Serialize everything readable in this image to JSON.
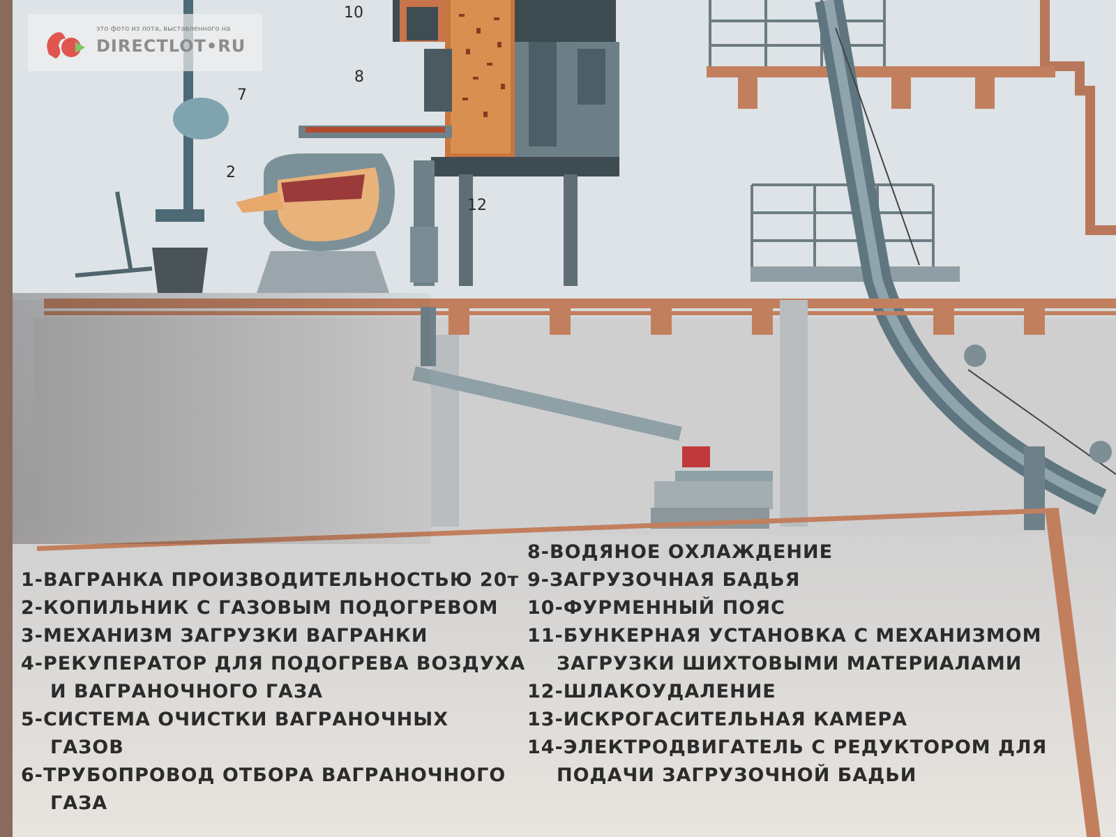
{
  "watermark": {
    "caption": "это фото из лота, выставленного на",
    "site": "DIRECTLOT•RU"
  },
  "callouts": {
    "c10": "10",
    "c8": "8",
    "c7": "7",
    "c2": "2",
    "c12": "12"
  },
  "legend": {
    "left": [
      {
        "text": "1-ВАГРАНКА ПРОИЗВОДИТЕЛЬНОСТЬЮ 20т",
        "cont": false
      },
      {
        "text": "2-КОПИЛЬНИК С ГАЗОВЫМ ПОДОГРЕВОМ",
        "cont": false
      },
      {
        "text": "3-МЕХАНИЗМ ЗАГРУЗКИ ВАГРАНКИ",
        "cont": false
      },
      {
        "text": "4-РЕКУПЕРАТОР ДЛЯ ПОДОГРЕВА ВОЗДУХА",
        "cont": false
      },
      {
        "text": "И ВАГРАНОЧНОГО ГАЗА",
        "cont": true
      },
      {
        "text": "5-СИСТЕМА ОЧИСТКИ ВАГРАНОЧНЫХ",
        "cont": false
      },
      {
        "text": "ГАЗОВ",
        "cont": true
      },
      {
        "text": "6-ТРУБОПРОВОД ОТБОРА ВАГРАНОЧНОГО",
        "cont": false
      },
      {
        "text": "ГАЗА",
        "cont": true
      }
    ],
    "right": [
      {
        "text": "8-ВОДЯНОЕ ОХЛАЖДЕНИЕ",
        "cont": false
      },
      {
        "text": "9-ЗАГРУЗОЧНАЯ БАДЬЯ",
        "cont": false
      },
      {
        "text": "10-ФУРМЕННЫЙ ПОЯС",
        "cont": false
      },
      {
        "text": "11-БУНКЕРНАЯ УСТАНОВКА С МЕХАНИЗМОМ",
        "cont": false
      },
      {
        "text": "ЗАГРУЗКИ ШИХТОВЫМИ МАТЕРИАЛАМИ",
        "cont": true
      },
      {
        "text": "12-ШЛАКОУДАЛЕНИЕ",
        "cont": false
      },
      {
        "text": "13-ИСКРОГАСИТЕЛЬНАЯ КАМЕРА",
        "cont": false
      },
      {
        "text": "14-ЭЛЕКТРОДВИГАТЕЛЬ С РЕДУКТОРОМ ДЛЯ",
        "cont": false
      },
      {
        "text": "ПОДАЧИ ЗАГРУЗОЧНОЙ БАДЬИ",
        "cont": true
      }
    ]
  }
}
